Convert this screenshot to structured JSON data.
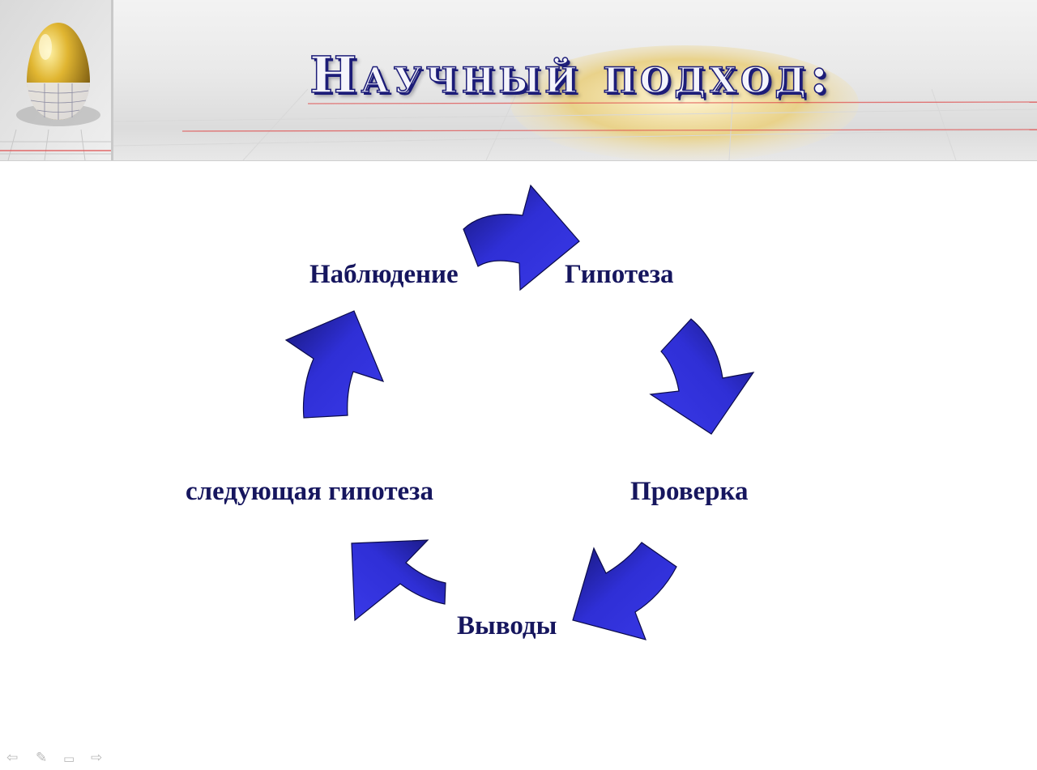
{
  "slide": {
    "title": "Научный подход:"
  },
  "cycle": {
    "steps": [
      {
        "label": "Наблюдение"
      },
      {
        "label": "Гипотеза"
      },
      {
        "label": "Проверка"
      },
      {
        "label": "Выводы"
      },
      {
        "label": "следующая гипотеза"
      }
    ],
    "arrow_color_light": "#3535e0",
    "arrow_color_dark": "#161675",
    "text_color": "#16165e"
  },
  "nav": {
    "icons": [
      "arrow-left-icon",
      "pen-icon",
      "screen-icon",
      "arrow-right-icon"
    ]
  }
}
